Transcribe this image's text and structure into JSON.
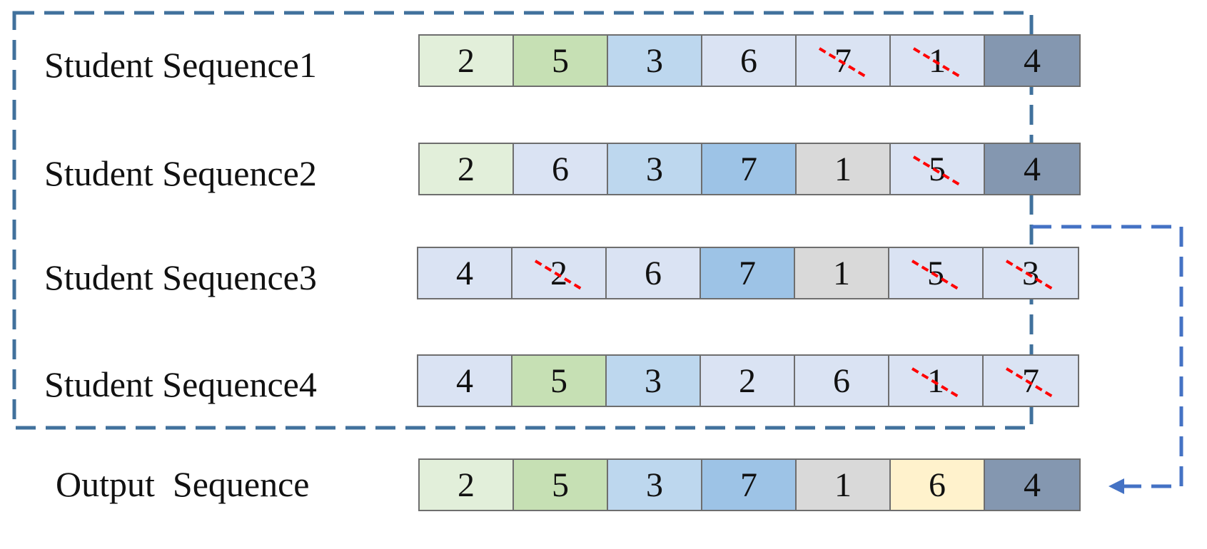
{
  "colors": {
    "light_green": "#e2efda",
    "green": "#c6e0b4",
    "light_blue": "#bdd7ee",
    "pale_blue": "#dae3f3",
    "mid_blue": "#9dc3e6",
    "gray": "#d9d9d9",
    "slate": "#8497b0",
    "cream": "#fff2cc",
    "box_dash": "#41719c",
    "arrow_dash": "#4472c4",
    "strike": "#ff0000"
  },
  "rows": [
    {
      "label": "Student Sequence1",
      "cells": [
        {
          "value": "2",
          "color": "light_green",
          "struck": false
        },
        {
          "value": "5",
          "color": "green",
          "struck": false
        },
        {
          "value": "3",
          "color": "light_blue",
          "struck": false
        },
        {
          "value": "6",
          "color": "pale_blue",
          "struck": false
        },
        {
          "value": "7",
          "color": "pale_blue",
          "struck": true
        },
        {
          "value": "1",
          "color": "pale_blue",
          "struck": true
        },
        {
          "value": "4",
          "color": "slate",
          "struck": false
        }
      ]
    },
    {
      "label": "Student Sequence2",
      "cells": [
        {
          "value": "2",
          "color": "light_green",
          "struck": false
        },
        {
          "value": "6",
          "color": "pale_blue",
          "struck": false
        },
        {
          "value": "3",
          "color": "light_blue",
          "struck": false
        },
        {
          "value": "7",
          "color": "mid_blue",
          "struck": false
        },
        {
          "value": "1",
          "color": "gray",
          "struck": false
        },
        {
          "value": "5",
          "color": "pale_blue",
          "struck": true
        },
        {
          "value": "4",
          "color": "slate",
          "struck": false
        }
      ]
    },
    {
      "label": "Student Sequence3",
      "cells": [
        {
          "value": "4",
          "color": "pale_blue",
          "struck": false
        },
        {
          "value": "2",
          "color": "pale_blue",
          "struck": true
        },
        {
          "value": "6",
          "color": "pale_blue",
          "struck": false
        },
        {
          "value": "7",
          "color": "mid_blue",
          "struck": false
        },
        {
          "value": "1",
          "color": "gray",
          "struck": false
        },
        {
          "value": "5",
          "color": "pale_blue",
          "struck": true
        },
        {
          "value": "3",
          "color": "pale_blue",
          "struck": true
        }
      ]
    },
    {
      "label": "Student Sequence4",
      "cells": [
        {
          "value": "4",
          "color": "pale_blue",
          "struck": false
        },
        {
          "value": "5",
          "color": "green",
          "struck": false
        },
        {
          "value": "3",
          "color": "light_blue",
          "struck": false
        },
        {
          "value": "2",
          "color": "pale_blue",
          "struck": false
        },
        {
          "value": "6",
          "color": "pale_blue",
          "struck": false
        },
        {
          "value": "1",
          "color": "pale_blue",
          "struck": true
        },
        {
          "value": "7",
          "color": "pale_blue",
          "struck": true
        }
      ]
    },
    {
      "label": "Output  Sequence",
      "cells": [
        {
          "value": "2",
          "color": "light_green",
          "struck": false
        },
        {
          "value": "5",
          "color": "green",
          "struck": false
        },
        {
          "value": "3",
          "color": "light_blue",
          "struck": false
        },
        {
          "value": "7",
          "color": "mid_blue",
          "struck": false
        },
        {
          "value": "1",
          "color": "gray",
          "struck": false
        },
        {
          "value": "6",
          "color": "cream",
          "struck": false
        },
        {
          "value": "4",
          "color": "slate",
          "struck": false
        }
      ]
    }
  ]
}
